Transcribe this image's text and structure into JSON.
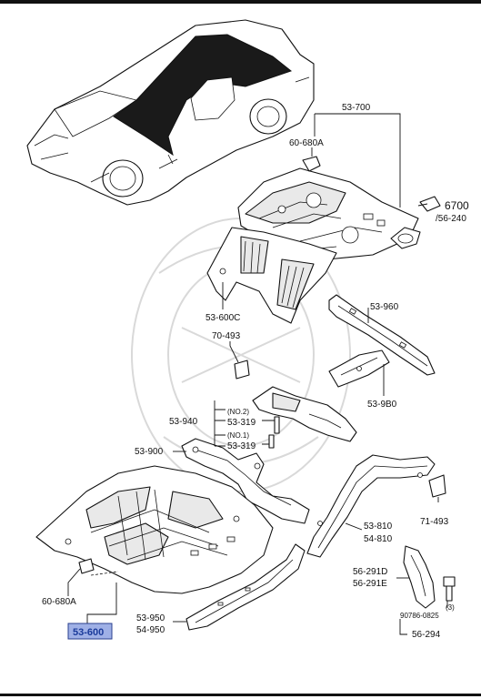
{
  "parts": {
    "p53_700": "53-700",
    "p60_680a_top": "60-680A",
    "p6700": "6700",
    "p56_240": "/56-240",
    "p53_600c": "53-600C",
    "p70_493": "70-493",
    "p53_960": "53-960",
    "p53_9b0": "53-9B0",
    "p53_940": "53-940",
    "no2": "(NO.2)",
    "p53_319_a": "53-319",
    "no1": "(NO.1)",
    "p53_319_b": "53-319",
    "p53_900": "53-900",
    "p71_493": "71-493",
    "p53_810": "53-810",
    "p54_810": "54-810",
    "p56_291d": "56-291D",
    "p56_291e": "56-291E",
    "qty3": "(3)",
    "p90786": "90786-0825",
    "p56_294": "56-294",
    "p53_950": "53-950",
    "p54_950": "54-950",
    "p60_680a_bottom": "60-680A",
    "p53_600": "53-600"
  },
  "colors": {
    "highlight": "#9fb0e6",
    "highlight_text": "#1a3a9a",
    "ink": "#111111"
  }
}
